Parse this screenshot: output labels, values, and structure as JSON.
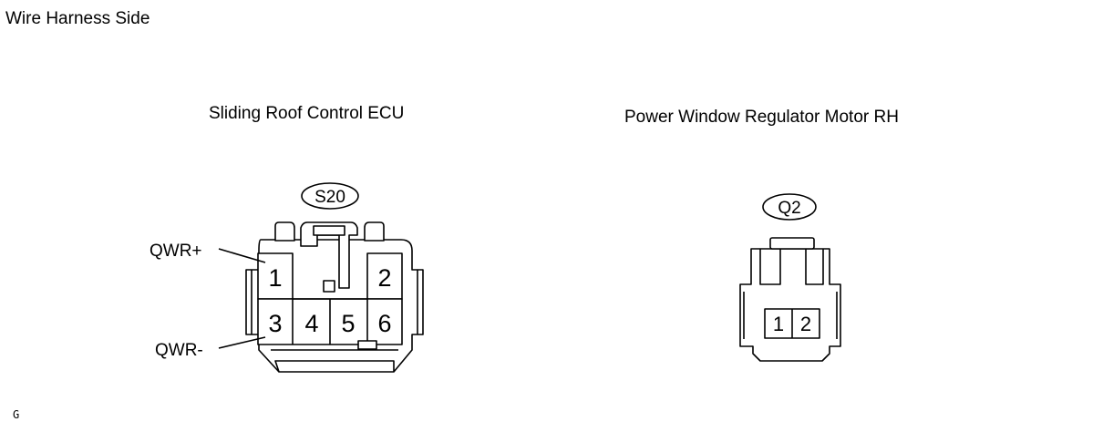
{
  "header": {
    "title": "Wire Harness Side"
  },
  "connectors": [
    {
      "name": "Sliding Roof Control ECU",
      "code": "S20",
      "pins": [
        "1",
        "2",
        "3",
        "4",
        "5",
        "6"
      ],
      "labels": [
        "QWR+",
        "QWR-"
      ]
    },
    {
      "name": "Power Window Regulator Motor RH",
      "code": "Q2",
      "pins": [
        "1",
        "2"
      ]
    }
  ],
  "footer": {
    "mark": "G"
  }
}
